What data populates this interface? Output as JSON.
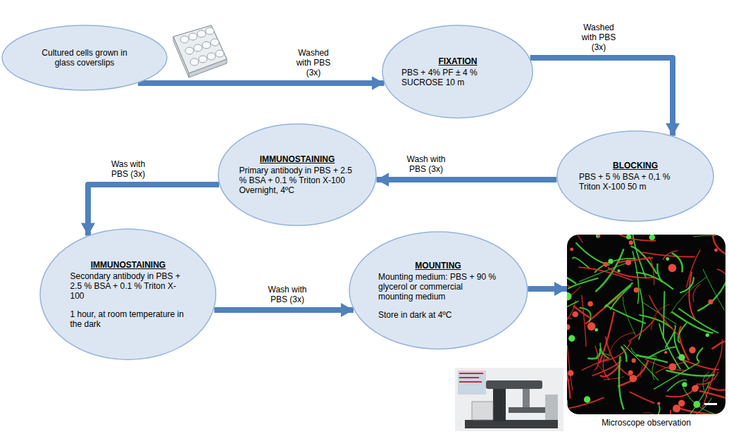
{
  "diagram": {
    "nodes": [
      {
        "text": [
          "Cultured cells grown in glass coverslips"
        ]
      },
      {
        "text": [
          "FIXATION",
          "PBS + 4% PF ± 4 % SUCROSE 10 m"
        ]
      },
      {
        "text": [
          "BLOCKING",
          "PBS + 5 % BSA + 0,1 % Triton X-100 50 m"
        ]
      },
      {
        "text": [
          "IMMUNOSTAINING",
          "Primary antibody in PBS + 2.5 % BSA + 0.1 % Triton X-100 Overnight, 4ºC"
        ]
      },
      {
        "text": [
          "IMMUNOSTAINING",
          "Secondary antibody in PBS + 2.5 % BSA + 0.1 % Triton X-100",
          "1 hour, at room temperature in the dark"
        ]
      },
      {
        "text": [
          "MOUNTING",
          "Mounting medium: PBS + 90 % glycerol or commercial mounting medium",
          "Store in dark at 4ºC"
        ]
      },
      {
        "text": [
          "Microscope observation"
        ]
      }
    ],
    "edges": [
      {
        "from": 0,
        "to": 1,
        "label": "Washed with PBS (3x)",
        "arrow": "to"
      },
      {
        "from": 1,
        "to": 2,
        "label": "Washed with PBS (3x)",
        "arrow": "to"
      },
      {
        "from": 2,
        "to": 3,
        "label": "Wash with PBS (3x)",
        "arrow": "to"
      },
      {
        "from": 3,
        "to": 4,
        "label": "Was with PBS (3x)",
        "arrow": "to"
      },
      {
        "from": 4,
        "to": 5,
        "label": "Wash with PBS (3x)",
        "arrow": "to"
      },
      {
        "from": 5,
        "to": 6,
        "arrow": "to"
      }
    ]
  }
}
